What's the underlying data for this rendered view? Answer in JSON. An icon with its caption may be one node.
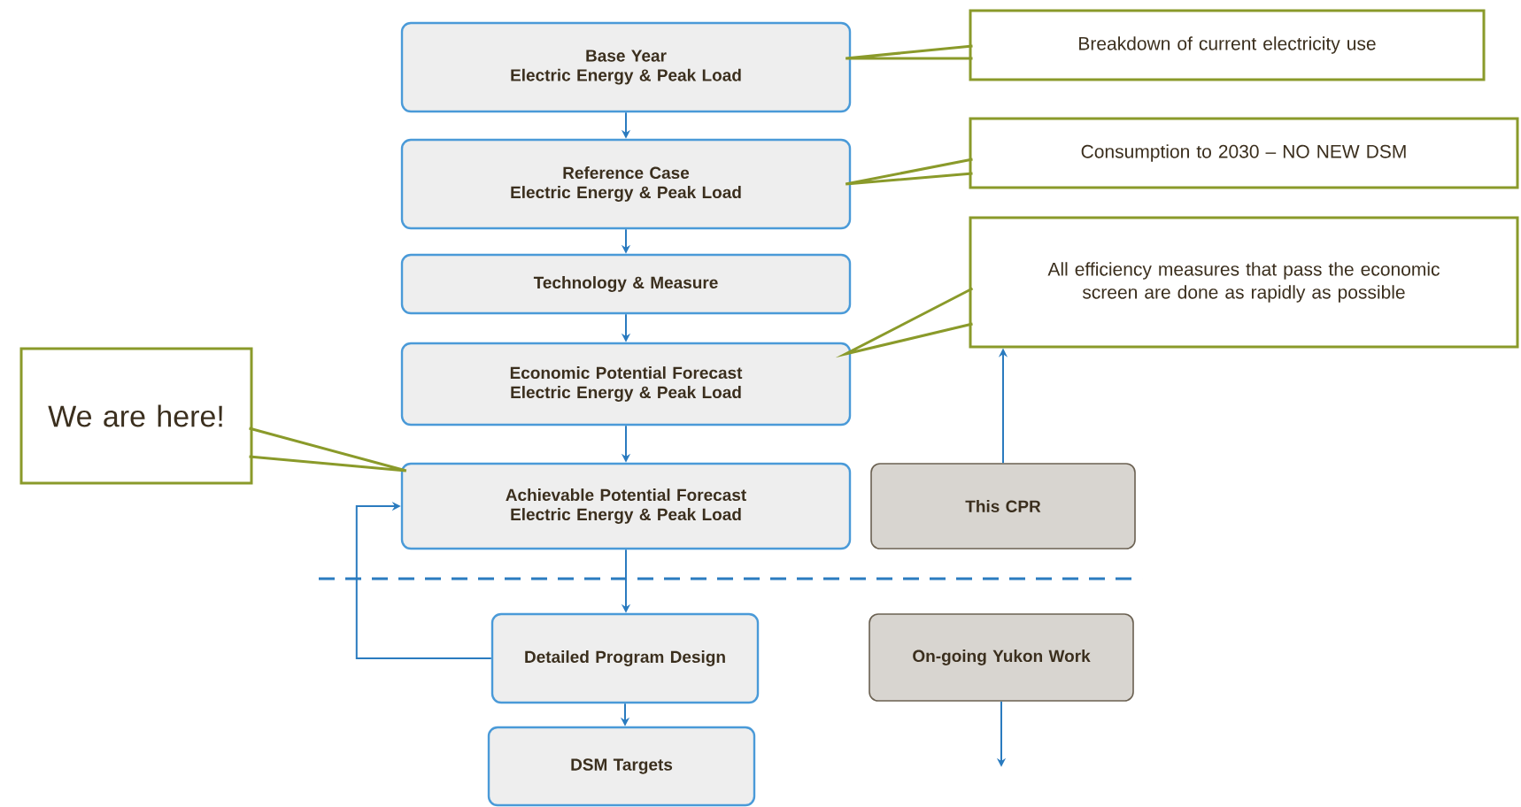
{
  "diagram": {
    "nodes": [
      {
        "text": [
          "Base Year",
          "Electric  Energy & Peak Load"
        ]
      },
      {
        "text": [
          "Reference Case",
          "Electric Energy & Peak Load"
        ]
      },
      {
        "text": [
          "Technology & Measure"
        ]
      },
      {
        "text": [
          "Economic Potential Forecast",
          "Electric Energy & Peak Load"
        ]
      },
      {
        "text": [
          "Achievable Potential Forecast",
          "Electric  Energy & Peak Load"
        ]
      },
      {
        "text": [
          "Detailed Program Design"
        ]
      },
      {
        "text": [
          "DSM Targets"
        ]
      },
      {
        "text": [
          "This CPR"
        ]
      },
      {
        "text": [
          "On-going Yukon Work"
        ]
      },
      {
        "text": [
          "Breakdown of current electricity use"
        ]
      },
      {
        "text": [
          "Consumption to 2030 – NO NEW DSM"
        ]
      },
      {
        "text": [
          "All efficiency measures that pass the economic screen are done as rapidly as possible"
        ]
      },
      {
        "text": [
          "We are here!"
        ]
      }
    ],
    "edges": [
      {
        "from": 0,
        "to": 1,
        "arrow": "to"
      },
      {
        "from": 1,
        "to": 2,
        "arrow": "to"
      },
      {
        "from": 2,
        "to": 3,
        "arrow": "to"
      },
      {
        "from": 3,
        "to": 4,
        "arrow": "to"
      },
      {
        "from": 4,
        "to": 5,
        "arrow": "to"
      },
      {
        "from": 5,
        "to": 6,
        "arrow": "to"
      },
      {
        "from": 5,
        "to": 4,
        "arrow": "to"
      },
      {
        "from": 9,
        "to": 0,
        "arrow": "none",
        "color": "#8a9a2a"
      },
      {
        "from": 10,
        "to": 1,
        "arrow": "none",
        "color": "#8a9a2a"
      },
      {
        "from": 11,
        "to": 3,
        "arrow": "none",
        "color": "#8a9a2a"
      },
      {
        "from": 12,
        "to": 4,
        "arrow": "none",
        "color": "#8a9a2a"
      },
      {
        "from": 7,
        "to": 11,
        "arrow": "to"
      },
      {
        "from": 8,
        "to": null,
        "arrow": "to"
      }
    ]
  }
}
